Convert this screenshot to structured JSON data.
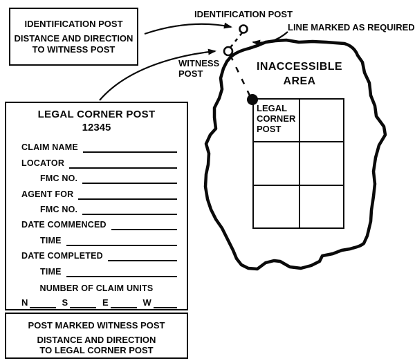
{
  "diagram": {
    "ink_color": "#0a0a0a",
    "identification_post_box": {
      "line1": "IDENTIFICATION POST",
      "line2": "DISTANCE AND DIRECTION",
      "line3": "TO WITNESS POST"
    },
    "labels": {
      "identification_post": "IDENTIFICATION POST",
      "line_marked": "LINE MARKED AS REQUIRED",
      "witness_line1": "WITNESS",
      "witness_line2": "POST",
      "inaccessible_line1": "INACCESSIBLE",
      "inaccessible_line2": "AREA"
    },
    "grid_cell_label": {
      "line1": "LEGAL",
      "line2": "CORNER",
      "line3": "POST"
    },
    "claim_form": {
      "title": "LEGAL CORNER POST",
      "number": "12345",
      "fields": [
        {
          "label": "CLAIM NAME",
          "indent": false
        },
        {
          "label": "LOCATOR",
          "indent": false
        },
        {
          "label": "FMC NO.",
          "indent": true
        },
        {
          "label": "AGENT FOR",
          "indent": false
        },
        {
          "label": "FMC NO.",
          "indent": true
        },
        {
          "label": "DATE COMMENCED",
          "indent": false
        },
        {
          "label": "TIME",
          "indent": true
        },
        {
          "label": "DATE COMPLETED",
          "indent": false
        },
        {
          "label": "TIME",
          "indent": true
        }
      ],
      "units_heading": "NUMBER OF CLAIM UNITS",
      "directions": [
        "N",
        "S",
        "E",
        "W"
      ]
    },
    "witness_note_box": {
      "line1": "POST MARKED WITNESS POST",
      "line2": "DISTANCE AND DIRECTION",
      "line3": "TO LEGAL CORNER POST"
    }
  }
}
